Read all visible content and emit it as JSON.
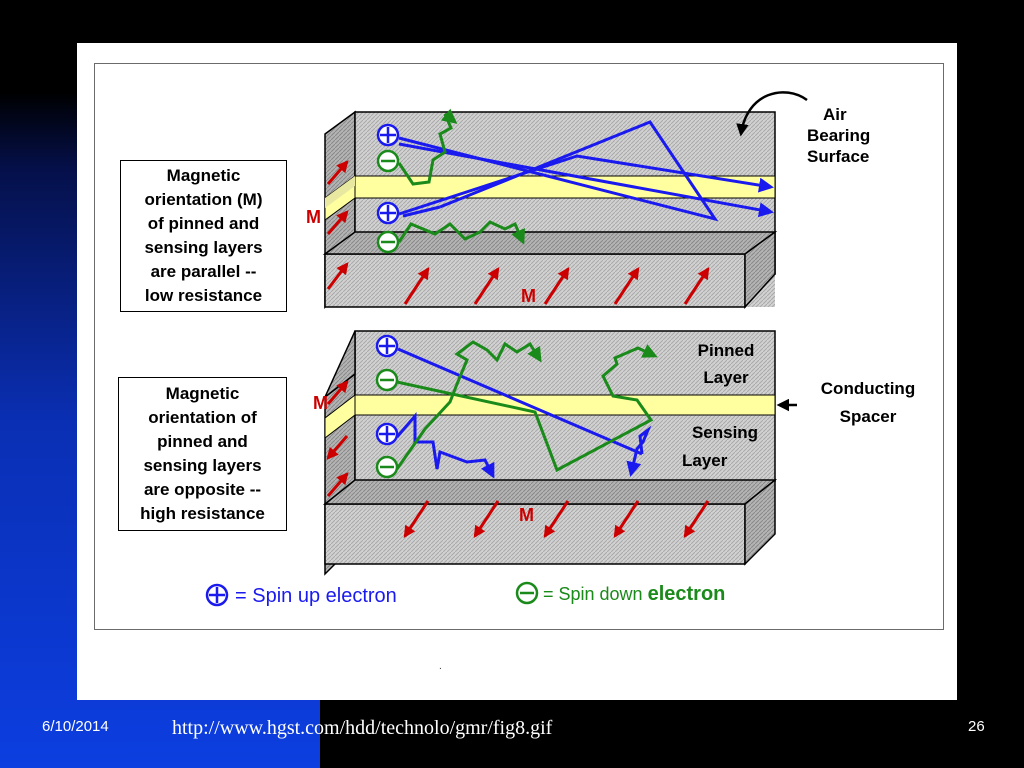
{
  "slide": {
    "date": "6/10/2014",
    "source_url": "http://www.hgst.com/hdd/technolo/gmr/fig8.gif",
    "page_number": "26",
    "dot": "."
  },
  "diagram": {
    "top_caption": [
      "Magnetic",
      "orientation (M)",
      "of pinned and",
      "sensing layers",
      "are parallel --",
      "low resistance"
    ],
    "bottom_caption": [
      "Magnetic",
      "orientation of",
      "pinned and",
      "sensing layers",
      "are opposite --",
      "high resistance"
    ],
    "air_bearing_surface": [
      "Air",
      "Bearing",
      "Surface"
    ],
    "pinned_layer": [
      "Pinned",
      "Layer"
    ],
    "sensing_layer": [
      "Sensing",
      "Layer"
    ],
    "conducting_spacer": [
      "Conducting",
      "Spacer"
    ],
    "magnetization_label": "M",
    "legend": {
      "spin_up_text": "= Spin up electron",
      "spin_down_prefix": "= Spin down ",
      "spin_down_word": "electron"
    }
  },
  "colors": {
    "spin_up": "#1a1aee",
    "spin_down": "#1a8a1a",
    "magnetization": "#cc0000",
    "spacer": "#ffffa0",
    "layer_gray": "#c8c8c8"
  }
}
